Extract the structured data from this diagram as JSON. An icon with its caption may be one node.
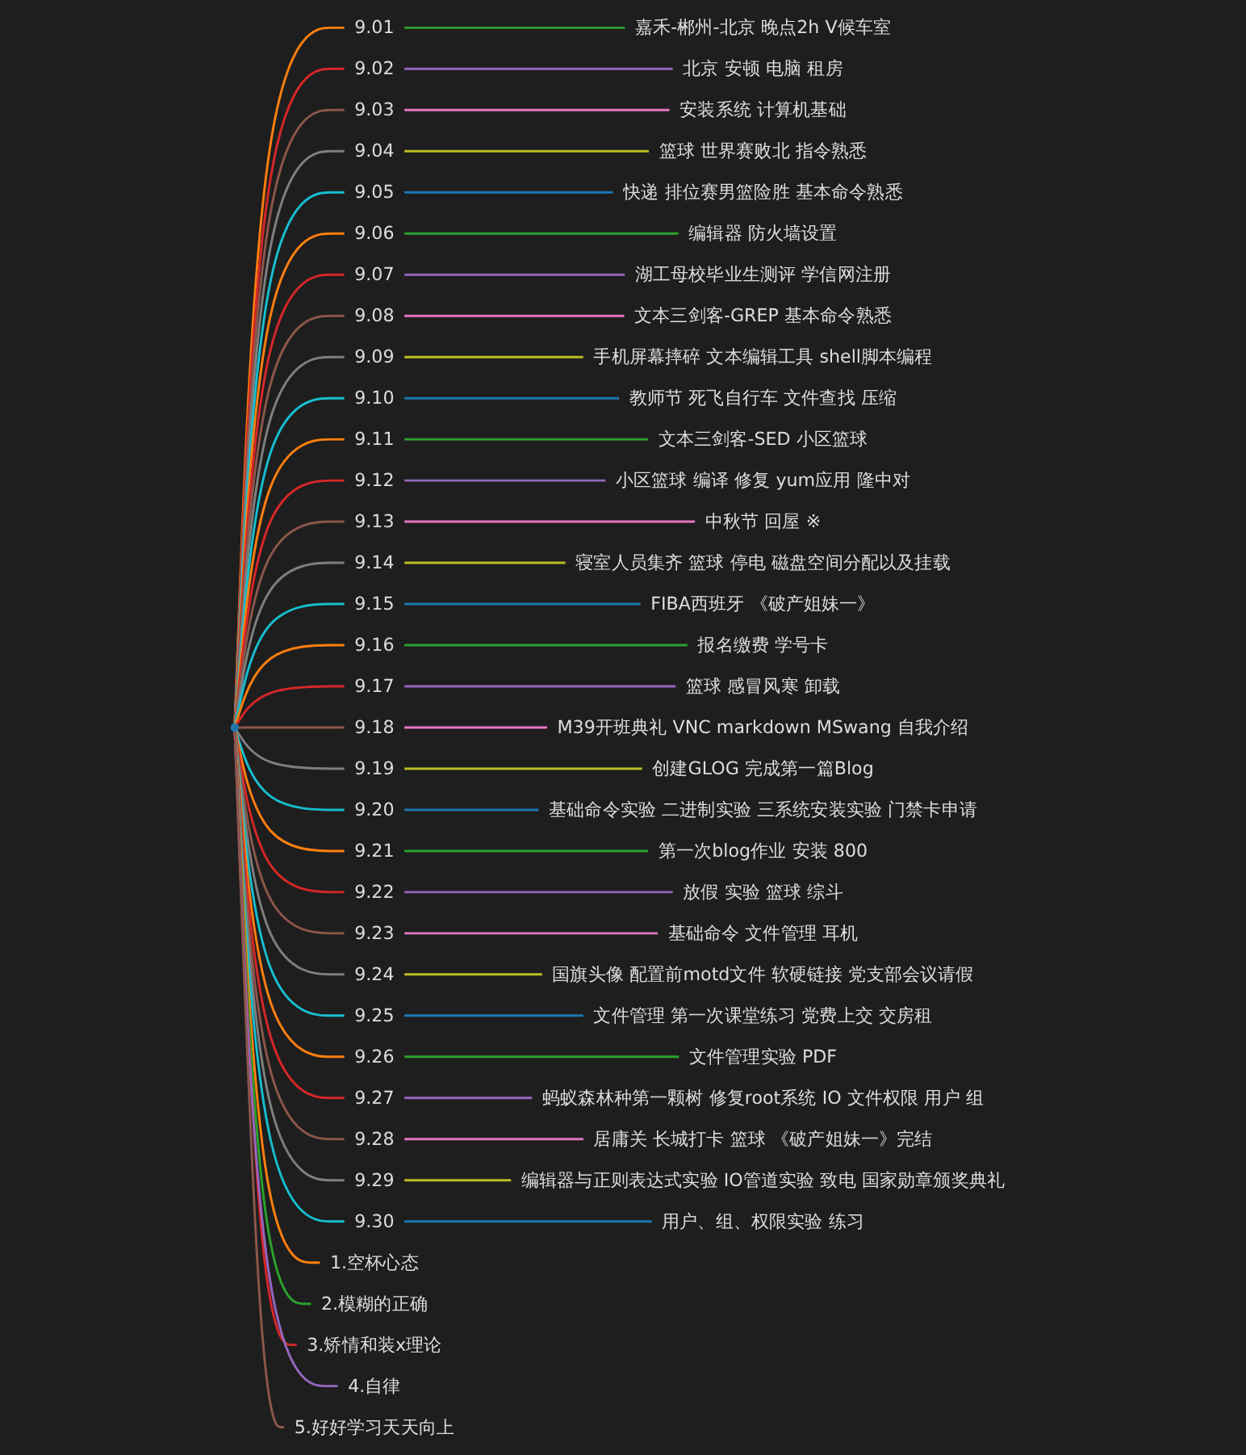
{
  "diagram": {
    "nodes": [
      {
        "text": [],
        "shape": "circle"
      },
      {
        "text": [
          "9.01"
        ]
      },
      {
        "text": [
          "嘉禾-郴州-北京 晚点2h V候车室"
        ]
      },
      {
        "text": [
          "9.02"
        ]
      },
      {
        "text": [
          "北京 安顿 电脑 租房"
        ]
      },
      {
        "text": [
          "9.03"
        ]
      },
      {
        "text": [
          "安装系统 计算机基础"
        ]
      },
      {
        "text": [
          "9.04"
        ]
      },
      {
        "text": [
          "篮球 世界赛败北 指令熟悉"
        ]
      },
      {
        "text": [
          "9.05"
        ]
      },
      {
        "text": [
          "快递 排位赛男篮险胜 基本命令熟悉"
        ]
      },
      {
        "text": [
          "9.06"
        ]
      },
      {
        "text": [
          "编辑器 防火墙设置"
        ]
      },
      {
        "text": [
          "9.07"
        ]
      },
      {
        "text": [
          "湖工母校毕业生测评 学信网注册"
        ]
      },
      {
        "text": [
          "9.08"
        ]
      },
      {
        "text": [
          "文本三剑客-GREP 基本命令熟悉"
        ]
      },
      {
        "text": [
          "9.09"
        ]
      },
      {
        "text": [
          "手机屏幕摔碎 文本编辑工具 shell脚本编程"
        ]
      },
      {
        "text": [
          "9.10"
        ]
      },
      {
        "text": [
          "教师节 死飞自行车 文件查找 压缩"
        ]
      },
      {
        "text": [
          "9.11"
        ]
      },
      {
        "text": [
          "文本三剑客-SED 小区篮球"
        ]
      },
      {
        "text": [
          "9.12"
        ]
      },
      {
        "text": [
          "小区篮球 编译 修复 yum应用 隆中对"
        ]
      },
      {
        "text": [
          "9.13"
        ]
      },
      {
        "text": [
          "中秋节 回屋 ※"
        ]
      },
      {
        "text": [
          "9.14"
        ]
      },
      {
        "text": [
          "寝室人员集齐 篮球 停电 磁盘空间分配以及挂载"
        ]
      },
      {
        "text": [
          "9.15"
        ]
      },
      {
        "text": [
          "FIBA西班牙 《破产姐妹一》"
        ]
      },
      {
        "text": [
          "9.16"
        ]
      },
      {
        "text": [
          "报名缴费 学号卡"
        ]
      },
      {
        "text": [
          "9.17"
        ]
      },
      {
        "text": [
          "篮球 感冒风寒 卸载"
        ]
      },
      {
        "text": [
          "9.18"
        ]
      },
      {
        "text": [
          "M39开班典礼 VNC markdown MSwang 自我介绍"
        ]
      },
      {
        "text": [
          "9.19"
        ]
      },
      {
        "text": [
          "创建GLOG 完成第一篇Blog"
        ]
      },
      {
        "text": [
          "9.20"
        ]
      },
      {
        "text": [
          "基础命令实验 二进制实验 三系统安装实验 门禁卡申请"
        ]
      },
      {
        "text": [
          "9.21"
        ]
      },
      {
        "text": [
          "第一次blog作业 安装 800"
        ]
      },
      {
        "text": [
          "9.22"
        ]
      },
      {
        "text": [
          "放假 实验 篮球 综斗"
        ]
      },
      {
        "text": [
          "9.23"
        ]
      },
      {
        "text": [
          "基础命令 文件管理 耳机"
        ]
      },
      {
        "text": [
          "9.24"
        ]
      },
      {
        "text": [
          "国旗头像 配置前motd文件 软硬链接 党支部会议请假"
        ]
      },
      {
        "text": [
          "9.25"
        ]
      },
      {
        "text": [
          "文件管理 第一次课堂练习 党费上交 交房租"
        ]
      },
      {
        "text": [
          "9.26"
        ]
      },
      {
        "text": [
          "文件管理实验 PDF"
        ]
      },
      {
        "text": [
          "9.27"
        ]
      },
      {
        "text": [
          "蚂蚁森林种第一颗树 修复root系统 IO 文件权限 用户 组"
        ]
      },
      {
        "text": [
          "9.28"
        ]
      },
      {
        "text": [
          "居庸关 长城打卡 篮球 《破产姐妹一》完结"
        ]
      },
      {
        "text": [
          "9.29"
        ]
      },
      {
        "text": [
          "编辑器与正则表达式实验 IO管道实验 致电 国家勋章颁奖典礼"
        ]
      },
      {
        "text": [
          "9.30"
        ]
      },
      {
        "text": [
          "用户、组、权限实验 练习"
        ]
      },
      {
        "text": [
          "1.空杯心态"
        ]
      },
      {
        "text": [
          "2.模糊的正确"
        ]
      },
      {
        "text": [
          "3.矫情和装x理论"
        ]
      },
      {
        "text": [
          "4.自律"
        ]
      },
      {
        "text": [
          "5.好好学习天天向上"
        ]
      }
    ],
    "edges": [
      {
        "from": 0,
        "to": 1,
        "arrow": "none",
        "color": "#ff7f0e"
      },
      {
        "from": 1,
        "to": 2,
        "arrow": "none",
        "color": "#2ca02c"
      },
      {
        "from": 0,
        "to": 3,
        "arrow": "none",
        "color": "#d62728"
      },
      {
        "from": 3,
        "to": 4,
        "arrow": "none",
        "color": "#9467bd"
      },
      {
        "from": 0,
        "to": 5,
        "arrow": "none",
        "color": "#8c564b"
      },
      {
        "from": 5,
        "to": 6,
        "arrow": "none",
        "color": "#e377c2"
      },
      {
        "from": 0,
        "to": 7,
        "arrow": "none",
        "color": "#7f7f7f"
      },
      {
        "from": 7,
        "to": 8,
        "arrow": "none",
        "color": "#bcbd22"
      },
      {
        "from": 0,
        "to": 9,
        "arrow": "none",
        "color": "#17becf"
      },
      {
        "from": 9,
        "to": 10,
        "arrow": "none",
        "color": "#1f77b4"
      },
      {
        "from": 0,
        "to": 11,
        "arrow": "none",
        "color": "#ff7f0e"
      },
      {
        "from": 11,
        "to": 12,
        "arrow": "none",
        "color": "#2ca02c"
      },
      {
        "from": 0,
        "to": 13,
        "arrow": "none",
        "color": "#d62728"
      },
      {
        "from": 13,
        "to": 14,
        "arrow": "none",
        "color": "#9467bd"
      },
      {
        "from": 0,
        "to": 15,
        "arrow": "none",
        "color": "#8c564b"
      },
      {
        "from": 15,
        "to": 16,
        "arrow": "none",
        "color": "#e377c2"
      },
      {
        "from": 0,
        "to": 17,
        "arrow": "none",
        "color": "#7f7f7f"
      },
      {
        "from": 17,
        "to": 18,
        "arrow": "none",
        "color": "#bcbd22"
      },
      {
        "from": 0,
        "to": 19,
        "arrow": "none",
        "color": "#17becf"
      },
      {
        "from": 19,
        "to": 20,
        "arrow": "none",
        "color": "#1f77b4"
      },
      {
        "from": 0,
        "to": 21,
        "arrow": "none",
        "color": "#ff7f0e"
      },
      {
        "from": 21,
        "to": 22,
        "arrow": "none",
        "color": "#2ca02c"
      },
      {
        "from": 0,
        "to": 23,
        "arrow": "none",
        "color": "#d62728"
      },
      {
        "from": 23,
        "to": 24,
        "arrow": "none",
        "color": "#9467bd"
      },
      {
        "from": 0,
        "to": 25,
        "arrow": "none",
        "color": "#8c564b"
      },
      {
        "from": 25,
        "to": 26,
        "arrow": "none",
        "color": "#e377c2"
      },
      {
        "from": 0,
        "to": 27,
        "arrow": "none",
        "color": "#7f7f7f"
      },
      {
        "from": 27,
        "to": 28,
        "arrow": "none",
        "color": "#bcbd22"
      },
      {
        "from": 0,
        "to": 29,
        "arrow": "none",
        "color": "#17becf"
      },
      {
        "from": 29,
        "to": 30,
        "arrow": "none",
        "color": "#1f77b4"
      },
      {
        "from": 0,
        "to": 31,
        "arrow": "none",
        "color": "#ff7f0e"
      },
      {
        "from": 31,
        "to": 32,
        "arrow": "none",
        "color": "#2ca02c"
      },
      {
        "from": 0,
        "to": 33,
        "arrow": "none",
        "color": "#d62728"
      },
      {
        "from": 33,
        "to": 34,
        "arrow": "none",
        "color": "#9467bd"
      },
      {
        "from": 0,
        "to": 35,
        "arrow": "none",
        "color": "#8c564b"
      },
      {
        "from": 35,
        "to": 36,
        "arrow": "none",
        "color": "#e377c2"
      },
      {
        "from": 0,
        "to": 37,
        "arrow": "none",
        "color": "#7f7f7f"
      },
      {
        "from": 37,
        "to": 38,
        "arrow": "none",
        "color": "#bcbd22"
      },
      {
        "from": 0,
        "to": 39,
        "arrow": "none",
        "color": "#17becf"
      },
      {
        "from": 39,
        "to": 40,
        "arrow": "none",
        "color": "#1f77b4"
      },
      {
        "from": 0,
        "to": 41,
        "arrow": "none",
        "color": "#ff7f0e"
      },
      {
        "from": 41,
        "to": 42,
        "arrow": "none",
        "color": "#2ca02c"
      },
      {
        "from": 0,
        "to": 43,
        "arrow": "none",
        "color": "#d62728"
      },
      {
        "from": 43,
        "to": 44,
        "arrow": "none",
        "color": "#9467bd"
      },
      {
        "from": 0,
        "to": 45,
        "arrow": "none",
        "color": "#8c564b"
      },
      {
        "from": 45,
        "to": 46,
        "arrow": "none",
        "color": "#e377c2"
      },
      {
        "from": 0,
        "to": 47,
        "arrow": "none",
        "color": "#7f7f7f"
      },
      {
        "from": 47,
        "to": 48,
        "arrow": "none",
        "color": "#bcbd22"
      },
      {
        "from": 0,
        "to": 49,
        "arrow": "none",
        "color": "#17becf"
      },
      {
        "from": 49,
        "to": 50,
        "arrow": "none",
        "color": "#1f77b4"
      },
      {
        "from": 0,
        "to": 51,
        "arrow": "none",
        "color": "#ff7f0e"
      },
      {
        "from": 51,
        "to": 52,
        "arrow": "none",
        "color": "#2ca02c"
      },
      {
        "from": 0,
        "to": 53,
        "arrow": "none",
        "color": "#d62728"
      },
      {
        "from": 53,
        "to": 54,
        "arrow": "none",
        "color": "#9467bd"
      },
      {
        "from": 0,
        "to": 55,
        "arrow": "none",
        "color": "#8c564b"
      },
      {
        "from": 55,
        "to": 56,
        "arrow": "none",
        "color": "#e377c2"
      },
      {
        "from": 0,
        "to": 57,
        "arrow": "none",
        "color": "#7f7f7f"
      },
      {
        "from": 57,
        "to": 58,
        "arrow": "none",
        "color": "#bcbd22"
      },
      {
        "from": 0,
        "to": 59,
        "arrow": "none",
        "color": "#17becf"
      },
      {
        "from": 59,
        "to": 60,
        "arrow": "none",
        "color": "#1f77b4"
      },
      {
        "from": 0,
        "to": 61,
        "arrow": "none",
        "color": "#ff7f0e"
      },
      {
        "from": 0,
        "to": 62,
        "arrow": "none",
        "color": "#2ca02c"
      },
      {
        "from": 0,
        "to": 63,
        "arrow": "none",
        "color": "#d62728"
      },
      {
        "from": 0,
        "to": 64,
        "arrow": "none",
        "color": "#9467bd"
      },
      {
        "from": 0,
        "to": 65,
        "arrow": "none",
        "color": "#8c564b"
      }
    ]
  }
}
